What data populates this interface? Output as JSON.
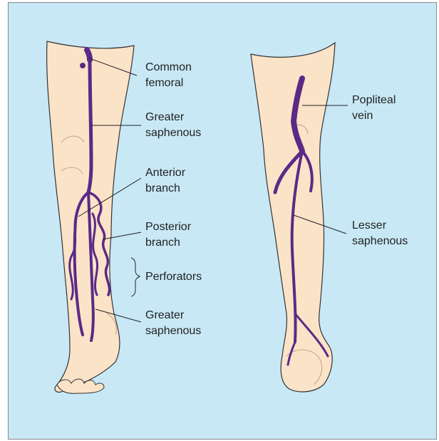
{
  "figure": {
    "left_leg": {
      "labels": {
        "common_femoral": [
          "Common",
          "femoral"
        ],
        "greater_saphenous_upper": [
          "Greater",
          "saphenous"
        ],
        "anterior_branch": [
          "Anterior",
          "branch"
        ],
        "posterior_branch": [
          "Posterior",
          "branch"
        ],
        "perforators": "Perforators",
        "greater_saphenous_lower": [
          "Greater",
          "saphenous"
        ]
      }
    },
    "right_leg": {
      "labels": {
        "popliteal_vein": [
          "Popliteal",
          "vein"
        ],
        "lesser_saphenous": [
          "Lesser",
          "saphenous"
        ]
      }
    },
    "colors": {
      "background": "#c8e8f6",
      "skin": "#fbe3c8",
      "skin_outline": "#333333",
      "vein": "#5b2a86",
      "leader_line": "#222222"
    }
  }
}
